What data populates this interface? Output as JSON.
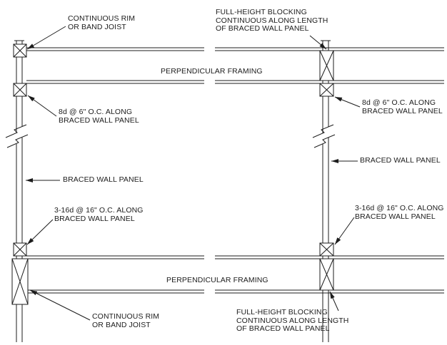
{
  "colors": {
    "ink": "#1c1c1c",
    "background": "#ffffff"
  },
  "labels": {
    "rim_top": {
      "l1": "CONTINUOUS RIM",
      "l2": "OR BAND JOIST"
    },
    "blocking_top": {
      "l1": "FULL-HEIGHT BLOCKING",
      "l2": "CONTINUOUS ALONG LENGTH",
      "l3": "OF BRACED WALL PANEL"
    },
    "perp_top": "PERPENDICULAR FRAMING",
    "nail_8d_left": {
      "l1": "8d @ 6\" O.C. ALONG",
      "l2": "BRACED WALL PANEL"
    },
    "nail_8d_right": {
      "l1": "8d @ 6\" O.C. ALONG",
      "l2": "BRACED WALL PANEL"
    },
    "panel_left": "BRACED WALL PANEL",
    "panel_right": "BRACED WALL PANEL",
    "nail_16d_left": {
      "l1": "3-16d @ 16\" O.C. ALONG",
      "l2": "BRACED WALL PANEL"
    },
    "nail_16d_right": {
      "l1": "3-16d @ 16\" O.C. ALONG",
      "l2": "BRACED WALL PANEL"
    },
    "perp_bottom": "PERPENDICULAR FRAMING",
    "rim_bottom": {
      "l1": "CONTINUOUS RIM",
      "l2": "OR BAND JOIST"
    },
    "blocking_bottom": {
      "l1": "FULL-HEIGHT BLOCKING",
      "l2": "CONTINUOUS ALONG LENGTH",
      "l3": "OF BRACED WALL PANEL"
    }
  }
}
